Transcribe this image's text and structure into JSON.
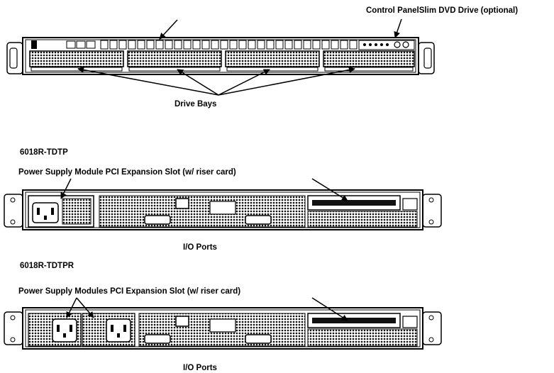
{
  "front": {
    "top_label": "Control PanelSlim DVD Drive (optional)",
    "drive_bays_label": "Drive Bays"
  },
  "rear_tdtp": {
    "model": "6018R-TDTP",
    "callout": "Power Supply Module PCI Expansion Slot (w/ riser card)",
    "io_label": "I/O Ports"
  },
  "rear_tdtpr": {
    "model": "6018R-TDTPR",
    "callout": "Power Supply Modules PCI Expansion Slot (w/ riser card)",
    "io_label": "I/O Ports"
  },
  "colors": {
    "line": "#000000",
    "fill_dark": "#1a1a1a",
    "fill_light": "#ffffff"
  }
}
